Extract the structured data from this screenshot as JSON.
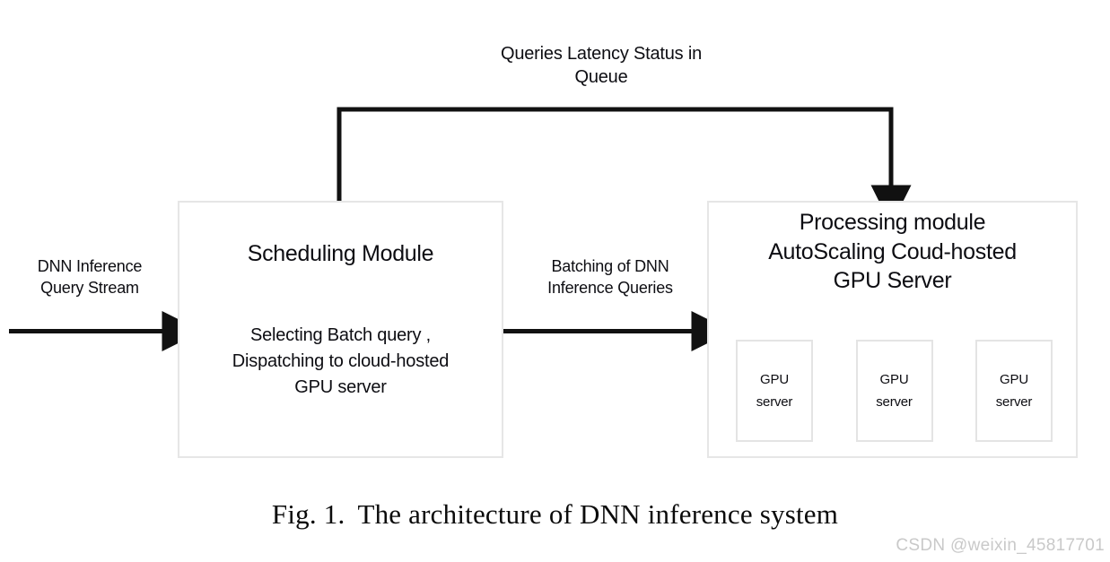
{
  "figure": {
    "caption_number": "Fig. 1.",
    "caption_text": "The architecture of DNN inference system",
    "watermark": "CSDN @weixin_45817701"
  },
  "flows": {
    "feedback_label": "Queries Latency Status in\nQueue",
    "input_label": "DNN Inference\nQuery Stream",
    "batching_label": "Batching of DNN\nInference Queries"
  },
  "modules": {
    "scheduling": {
      "title": "Scheduling Module",
      "body": "Selecting Batch query ,\nDispatching to cloud-hosted\nGPU server"
    },
    "processing": {
      "title": "Processing module\nAutoScaling Coud-hosted\nGPU Server",
      "servers": [
        {
          "line1": "GPU",
          "line2": "server"
        },
        {
          "line1": "GPU",
          "line2": "server"
        },
        {
          "line1": "GPU",
          "line2": "server"
        }
      ]
    }
  },
  "colors": {
    "background": "#ffffff",
    "text": "#0d0d12",
    "box_border": "#e6e6e6",
    "arrow": "#111111",
    "watermark": "#c9c9c9"
  }
}
